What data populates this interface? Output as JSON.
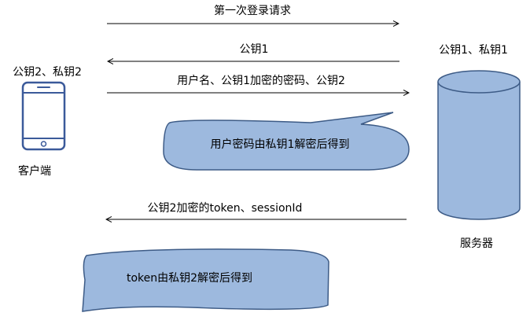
{
  "messages": {
    "first_request": "第一次登录请求",
    "server_public_key": "公钥1",
    "client_send": "用户名、公钥1加密的密码、公钥2",
    "server_reply": "公钥2加密的token、sessionId"
  },
  "client": {
    "keys_label": "公钥2、私钥2",
    "name": "客户端"
  },
  "server": {
    "keys_label": "公钥1、私钥1",
    "name": "服务器"
  },
  "callouts": {
    "server_decrypt": "用户密码由私钥1解密后得到",
    "client_decrypt": "token由私钥2解密后得到"
  },
  "colors": {
    "shape_fill": "#9db9de",
    "shape_stroke": "#3d5b86",
    "phone_stroke": "#3b5a9a",
    "line": "#000000"
  }
}
